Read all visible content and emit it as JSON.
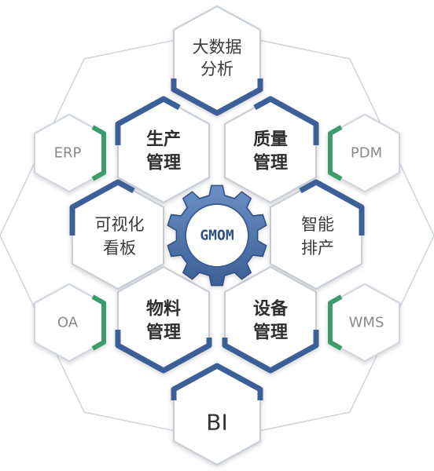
{
  "colors": {
    "accent_blue": "#3d5f98",
    "accent_green": "#3e9a6a",
    "outline": "#b9c2cf",
    "shadow": "#d9dde3",
    "gear_fill": "#4a6fa5",
    "gear_edge": "#2f4e80"
  },
  "core": {
    "label": "GMOM",
    "icon": "gear-icon"
  },
  "modules": {
    "bigdata": {
      "line1": "大数据",
      "line2": "分析"
    },
    "production": {
      "line1": "生产",
      "line2": "管理"
    },
    "quality": {
      "line1": "质量",
      "line2": "管理"
    },
    "visual": {
      "line1": "可视化",
      "line2": "看板"
    },
    "scheduling": {
      "line1": "智能",
      "line2": "排产"
    },
    "material": {
      "line1": "物料",
      "line2": "管理"
    },
    "equipment": {
      "line1": "设备",
      "line2": "管理"
    },
    "bi": {
      "label": "BI"
    }
  },
  "satellites": {
    "erp": "ERP",
    "pdm": "PDM",
    "oa": "OA",
    "wms": "WMS"
  }
}
